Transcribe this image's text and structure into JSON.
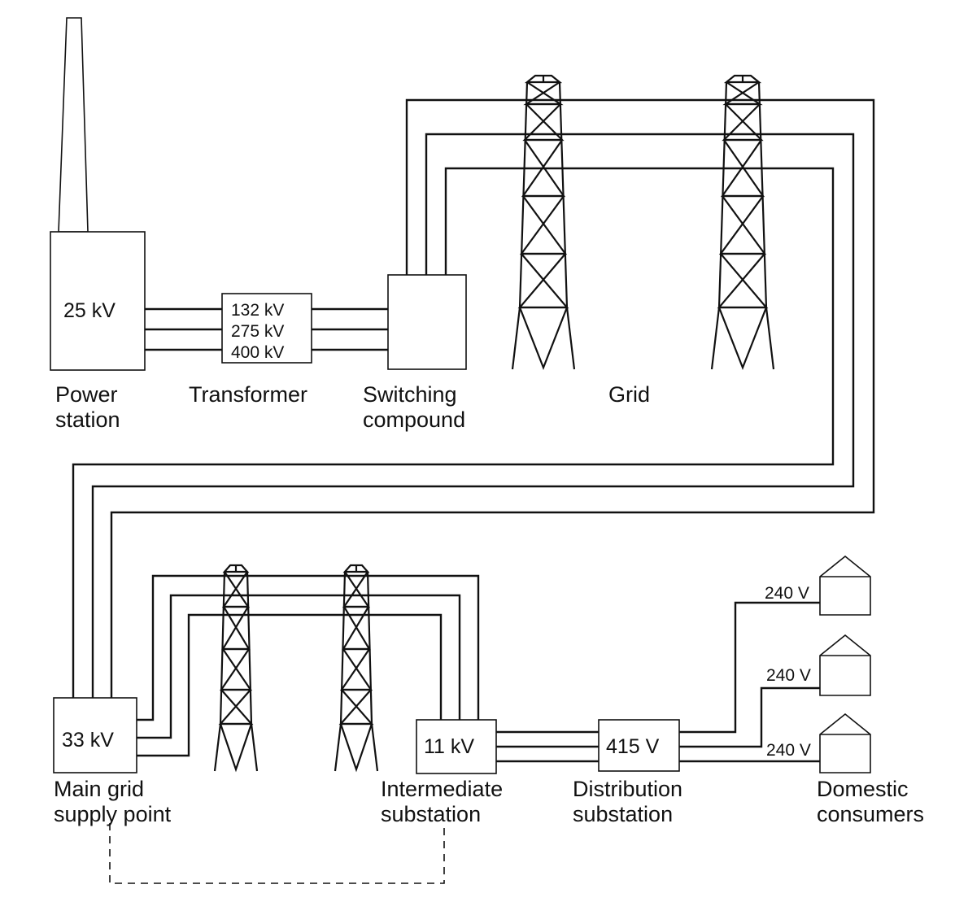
{
  "power_station": {
    "voltage": "25 kV",
    "label_line1": "Power",
    "label_line2": "station"
  },
  "transformer": {
    "voltages": [
      "132 kV",
      "275 kV",
      "400 kV"
    ],
    "label": "Transformer"
  },
  "switching_compound": {
    "label_line1": "Switching",
    "label_line2": "compound"
  },
  "grid": {
    "label": "Grid"
  },
  "main_grid_supply_point": {
    "voltage": "33 kV",
    "label_line1": "Main grid",
    "label_line2": "supply point"
  },
  "intermediate_substation": {
    "voltage": "11 kV",
    "label_line1": "Intermediate",
    "label_line2": "substation"
  },
  "distribution_substation": {
    "voltage": "415 V",
    "label_line1": "Distribution",
    "label_line2": "substation"
  },
  "domestic_consumers": {
    "label_line1": "Domestic",
    "label_line2": "consumers",
    "house_voltages": [
      "240 V",
      "240 V",
      "240 V"
    ]
  }
}
